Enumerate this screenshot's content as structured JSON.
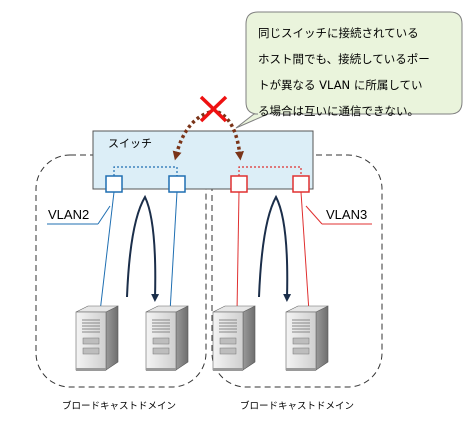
{
  "callout": {
    "lines": [
      "同じスイッチに接続されている",
      "ホスト間でも、接続しているポー",
      "トが異なる VLAN に所属してい",
      "る場合は互いに通信できない。"
    ]
  },
  "switch": {
    "label": "スイッチ"
  },
  "vlans": [
    {
      "label": "VLAN2",
      "color": "#1f6fb2"
    },
    {
      "label": "VLAN3",
      "color": "#e03030"
    }
  ],
  "domains": [
    {
      "label": "ブロードキャストドメイン"
    },
    {
      "label": "ブロードキャストドメイン"
    }
  ],
  "colors": {
    "switch_fill": "#dceef7",
    "callout_fill": "#eaf4dc",
    "callout_stroke": "#7f7f7f",
    "blocked_arrow": "#7a3418",
    "cross": "#ee1111",
    "flow_arrow": "#1b2e4a"
  },
  "icons": [
    "server-icon",
    "cross-icon"
  ]
}
